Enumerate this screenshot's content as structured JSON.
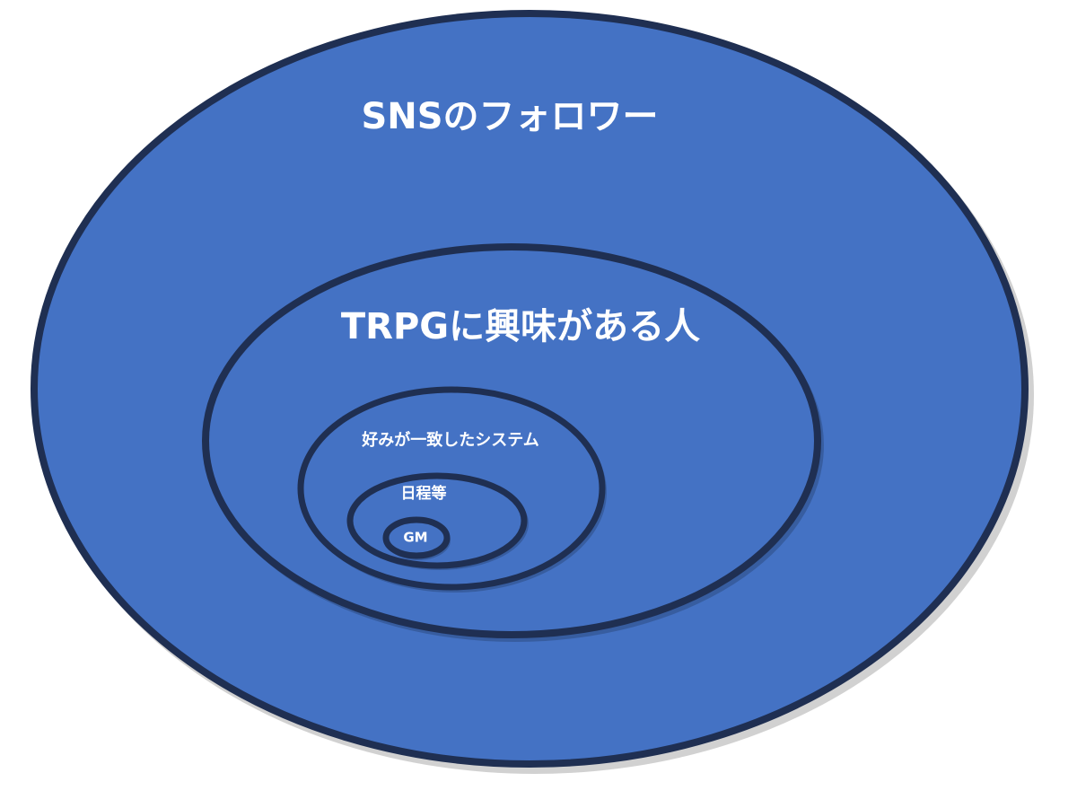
{
  "diagram": {
    "type": "nested-ellipses",
    "fill_color": "#4472c4",
    "border_color": "#1f2f52",
    "text_color": "#ffffff",
    "levels": [
      {
        "label": "SNSのフォロワー"
      },
      {
        "label": "TRPGに興味がある人"
      },
      {
        "label": "好みが一致したシステム"
      },
      {
        "label": "日程等"
      },
      {
        "label": "GM"
      }
    ]
  }
}
